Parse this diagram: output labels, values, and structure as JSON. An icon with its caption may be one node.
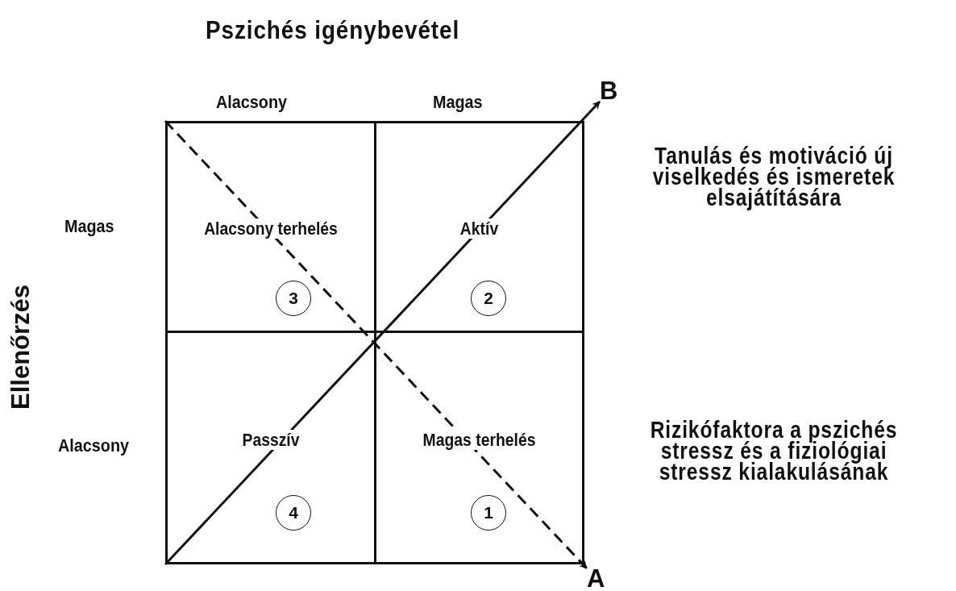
{
  "diagram": {
    "nodes": [
      {
        "text": [
          "Alacsony terhelés"
        ]
      },
      {
        "text": [
          "3"
        ],
        "in": 0
      },
      {
        "text": [
          "Aktív"
        ]
      },
      {
        "text": [
          "2"
        ],
        "in": 2
      },
      {
        "text": [
          "Passzív"
        ]
      },
      {
        "text": [
          "4"
        ],
        "in": 4
      },
      {
        "text": [
          "Magas terhelés"
        ]
      },
      {
        "text": [
          "1"
        ],
        "in": 6
      },
      {
        "text": [
          "B"
        ]
      },
      {
        "text": [
          "A"
        ]
      }
    ],
    "edges": [
      {
        "from": 4,
        "to": 8,
        "arrow": "to"
      },
      {
        "from": 0,
        "to": 9,
        "arrow": "to",
        "style": "dashed"
      }
    ],
    "labels": [
      "Pszichés igénybevétel",
      "Alacsony",
      "Magas",
      "Tanulás és motiváció új viselkedés és ismeretek elsajátítására",
      "Magas",
      "Ellenőrzés",
      "Alacsony",
      "Rizikófaktora a pszichés stressz és a fiziológiai stressz kialakulásának"
    ]
  }
}
